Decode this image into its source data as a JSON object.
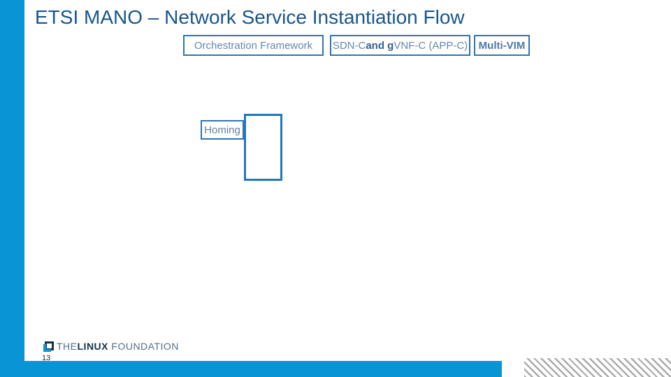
{
  "slide": {
    "title": "ETSI MANO – Network Service Instantiation Flow",
    "page_number": "13"
  },
  "lanes": {
    "orchestration": {
      "label": "Orchestration Framework"
    },
    "sdnc": {
      "parts": [
        {
          "text": "SDN-C "
        },
        {
          "text": "and g"
        },
        {
          "text": "VNF-C (APP-C)"
        }
      ]
    },
    "multivim": {
      "label": "Multi-VIM"
    }
  },
  "diagram": {
    "homing_label": "Homing"
  },
  "footer": {
    "logo_the": "THE",
    "logo_linux": "LINUX",
    "logo_foundation": "FOUNDATION"
  },
  "colors": {
    "accent_blue": "#0995d5",
    "box_border_blue": "#2e74b5",
    "title_blue": "#17568e",
    "box_text_blue": "#6489b0",
    "logo_navy": "#16324c",
    "logo_gray": "#566f86",
    "hatch_gray": "#ababab"
  }
}
